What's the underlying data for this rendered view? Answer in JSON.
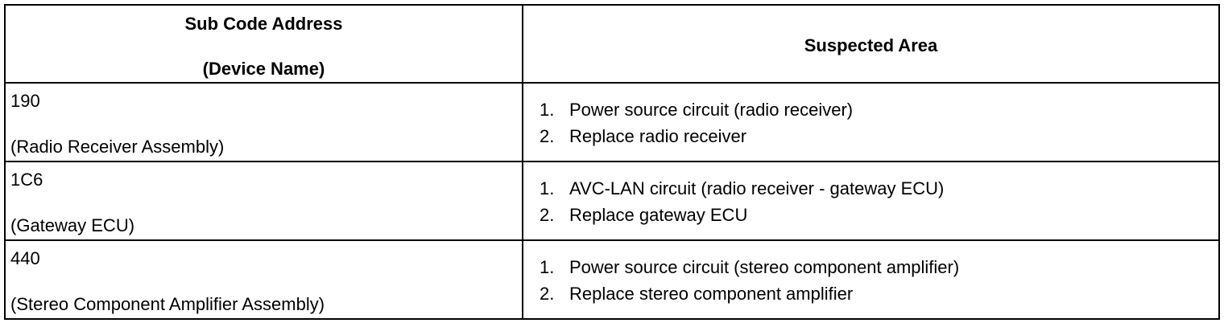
{
  "table": {
    "headers": {
      "address_line1": "Sub Code Address",
      "address_line2": "(Device Name)",
      "area": "Suspected Area"
    },
    "rows": [
      {
        "code": "190",
        "device": "(Radio Receiver Assembly)",
        "items": [
          {
            "num": "1.",
            "text": "Power source circuit (radio receiver)"
          },
          {
            "num": "2.",
            "text": "Replace radio receiver"
          }
        ]
      },
      {
        "code": "1C6",
        "device": "(Gateway ECU)",
        "items": [
          {
            "num": "1.",
            "text": "AVC-LAN circuit (radio receiver - gateway ECU)"
          },
          {
            "num": "2.",
            "text": "Replace gateway ECU"
          }
        ]
      },
      {
        "code": "440",
        "device": "(Stereo Component Amplifier Assembly)",
        "items": [
          {
            "num": "1.",
            "text": "Power source circuit (stereo component amplifier)"
          },
          {
            "num": "2.",
            "text": "Replace stereo component amplifier"
          }
        ]
      }
    ]
  }
}
